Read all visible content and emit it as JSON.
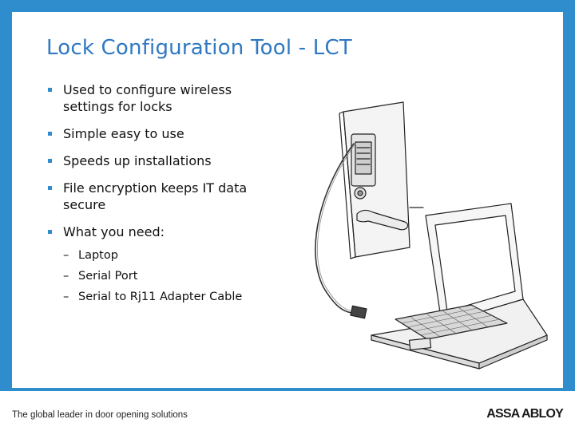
{
  "slide": {
    "title": "Lock Configuration Tool - LCT",
    "bullets": [
      {
        "text": "Used to configure wireless settings for locks"
      },
      {
        "text": "Simple easy to use"
      },
      {
        "text": "Speeds up installations"
      },
      {
        "text": "File encryption keeps IT data secure"
      },
      {
        "text": "What you need:"
      }
    ],
    "sub_bullets": [
      {
        "dash": "–",
        "text": "Laptop"
      },
      {
        "dash": "–",
        "text": "Serial Port"
      },
      {
        "dash": "–",
        "text": "Serial to Rj11 Adapter Cable"
      }
    ]
  },
  "footer": {
    "tagline": "The global leader in door opening solutions",
    "logo_text": "ASSA ABLOY"
  },
  "colors": {
    "frame": "#2f8ccd",
    "title": "#2f78c2",
    "bullet_marker": "#2f8ccd"
  },
  "illustration": {
    "description_icons": [
      "lock-icon",
      "laptop-icon",
      "cable-icon"
    ]
  }
}
